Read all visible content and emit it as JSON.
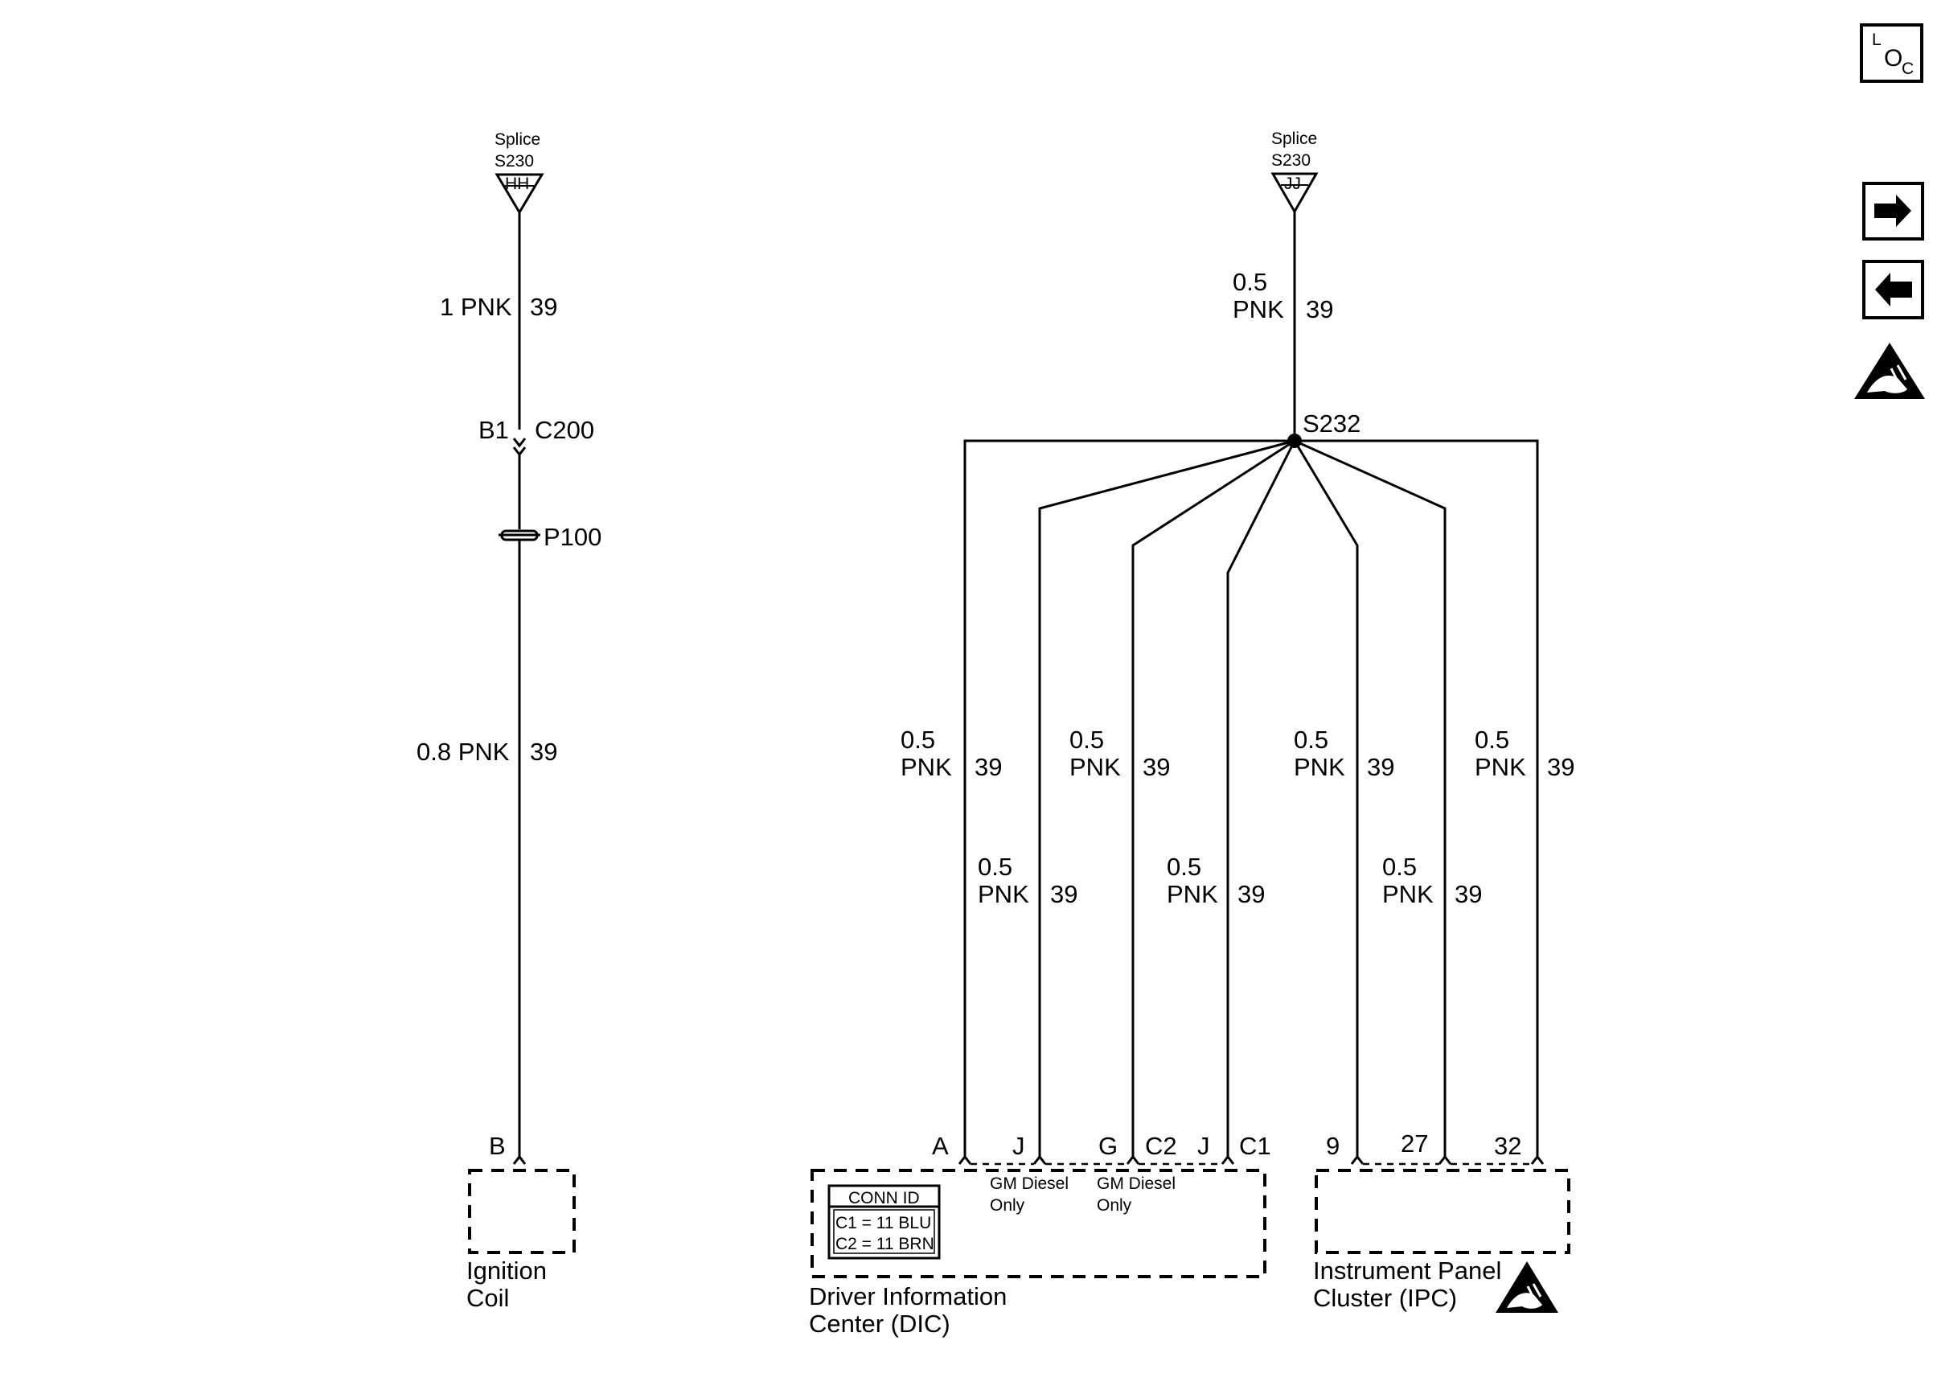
{
  "icons": {
    "loc": {
      "l": "L",
      "o": "O",
      "c": "C"
    },
    "next_page": "arrow-right-icon",
    "prev_page": "arrow-left-icon",
    "esd": "esd-warning-icon"
  },
  "left_circuit": {
    "splice_title": "Splice",
    "splice_id": "S230",
    "splice_pin": "HH",
    "wire1_label": "1 PNK",
    "wire1_circuit": "39",
    "conn_pin": "B1",
    "conn_id": "C200",
    "passthrough": "P100",
    "wire2_label": "0.8 PNK",
    "wire2_circuit": "39",
    "terminal_pin": "B",
    "component_line1": "Ignition",
    "component_line2": "Coil"
  },
  "right_circuit": {
    "splice_title": "Splice",
    "splice_id": "S230",
    "splice_pin": "JJ",
    "feed_size": "0.5",
    "feed_color": "PNK",
    "feed_circuit": "39",
    "splice_junction": "S232",
    "branches": [
      {
        "size": "0.5",
        "color": "PNK",
        "circuit": "39",
        "pin": "A"
      },
      {
        "size": "0.5",
        "color": "PNK",
        "circuit": "39",
        "pin": "J"
      },
      {
        "size": "0.5",
        "color": "PNK",
        "circuit": "39",
        "pin": "G"
      },
      {
        "size": "0.5",
        "color": "PNK",
        "circuit": "39",
        "pin": "J"
      },
      {
        "size": "0.5",
        "color": "PNK",
        "circuit": "39",
        "pin": "9"
      },
      {
        "size": "0.5",
        "color": "PNK",
        "circuit": "39",
        "pin": "27"
      },
      {
        "size": "0.5",
        "color": "PNK",
        "circuit": "39",
        "pin": "32"
      }
    ],
    "connector_c2": "C2",
    "connector_c1": "C1",
    "dic": {
      "conn_id_title": "CONN ID",
      "c1_row": "C1 = 11 BLU",
      "c2_row": "C2 = 11 BRN",
      "note1_line1": "GM Diesel",
      "note1_line2": "Only",
      "note2_line1": "GM Diesel",
      "note2_line2": "Only",
      "name_line1": "Driver Information",
      "name_line2": "Center (DIC)"
    },
    "ipc": {
      "name_line1": "Instrument Panel",
      "name_line2": "Cluster (IPC)"
    }
  }
}
